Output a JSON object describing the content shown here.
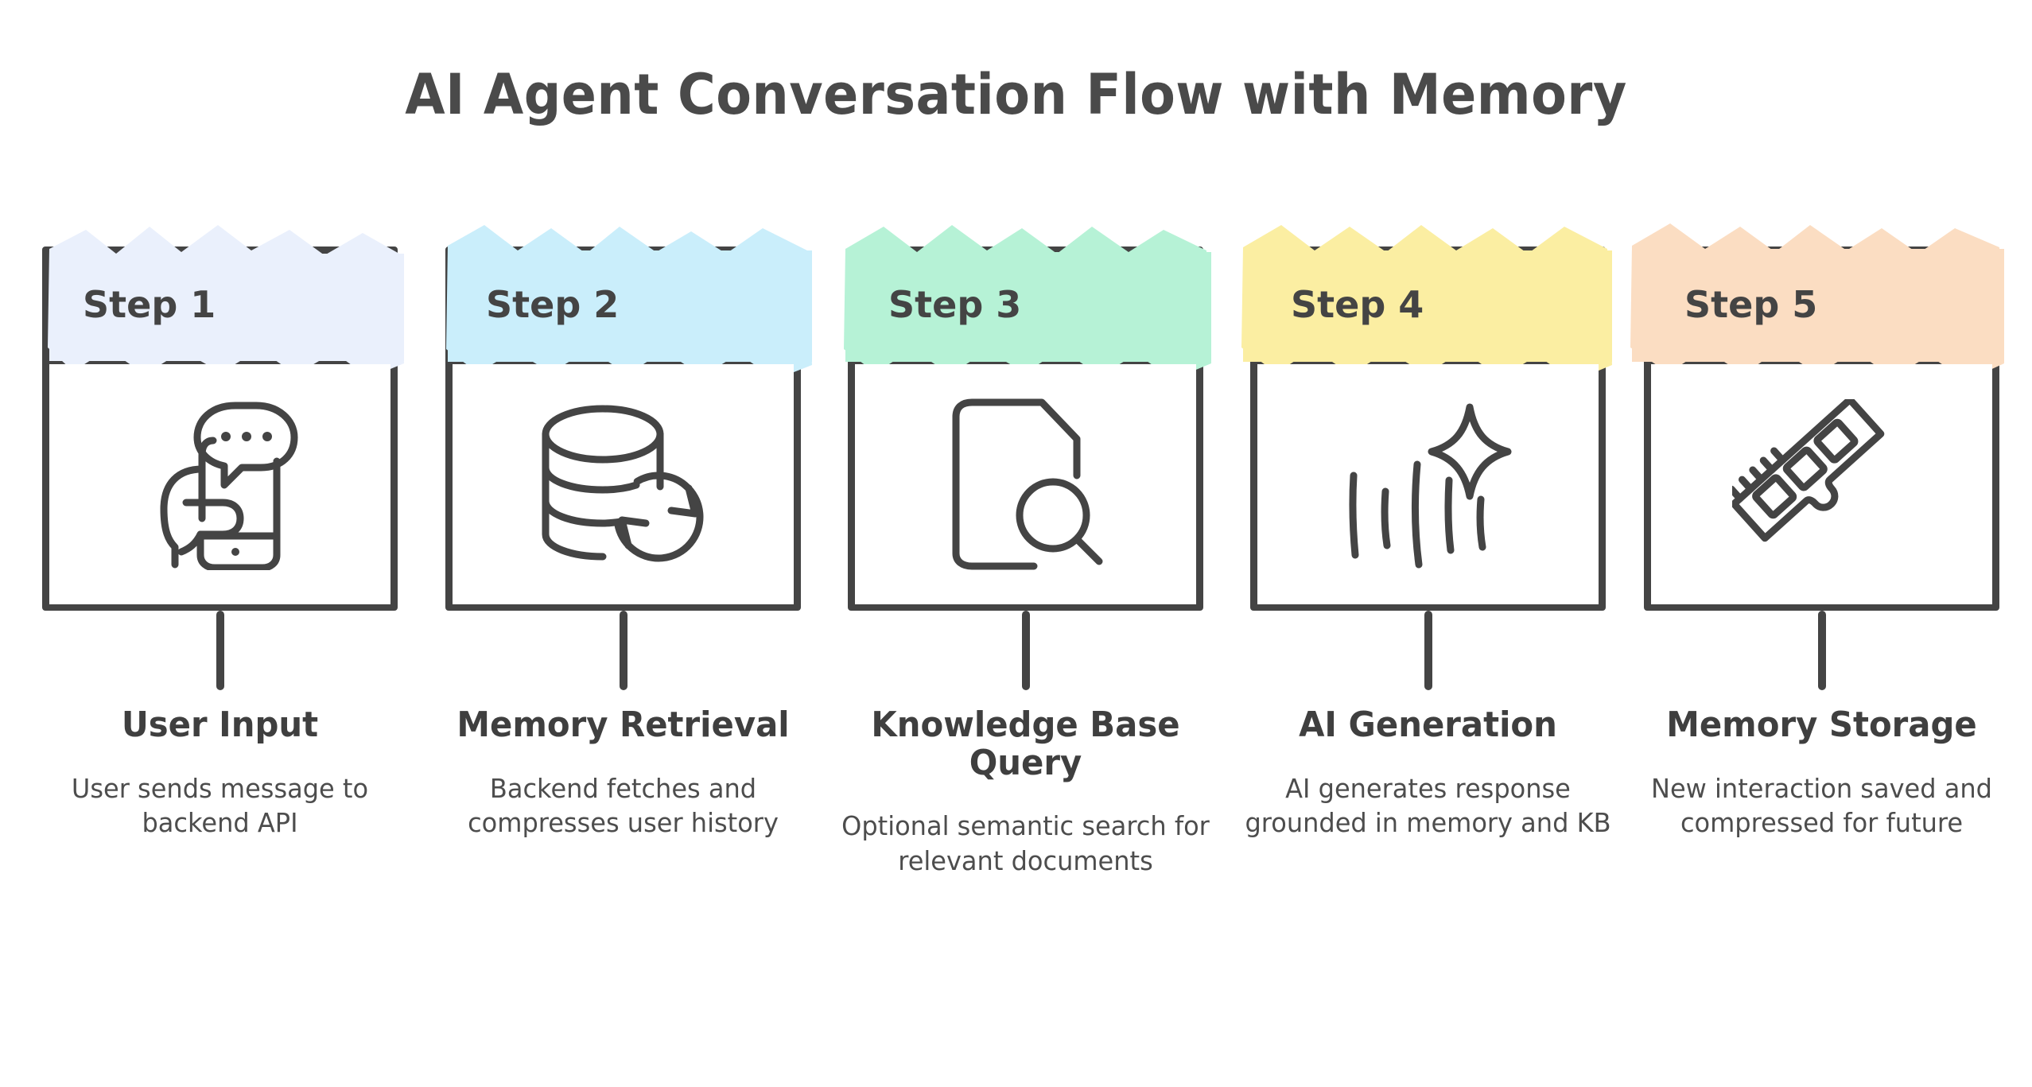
{
  "header": {
    "title": "AI Agent Conversation Flow with Memory"
  },
  "theme": {
    "ink": "#444444",
    "background": "#ffffff",
    "text": "#454545"
  },
  "steps": [
    {
      "badge": "Step 1",
      "name": "User Input",
      "description": "User sends message to backend API",
      "icon": "hand-holding-phone-chat-icon",
      "highlight_color": "#eaf0fc"
    },
    {
      "badge": "Step 2",
      "name": "Memory Retrieval",
      "description": "Backend fetches and compresses user history",
      "icon": "database-sync-icon",
      "highlight_color": "#caeefb"
    },
    {
      "badge": "Step 3",
      "name": "Knowledge Base Query",
      "description": "Optional semantic search for relevant documents",
      "icon": "document-search-icon",
      "highlight_color": "#b6f2d6"
    },
    {
      "badge": "Step 4",
      "name": "AI Generation",
      "description": "AI generates response grounded in memory and KB",
      "icon": "sparkle-waveform-icon",
      "highlight_color": "#fbeea2"
    },
    {
      "badge": "Step 5",
      "name": "Memory Storage",
      "description": "New interaction saved and compressed for future",
      "icon": "ram-memory-module-icon",
      "highlight_color": "#fbddc2"
    }
  ]
}
